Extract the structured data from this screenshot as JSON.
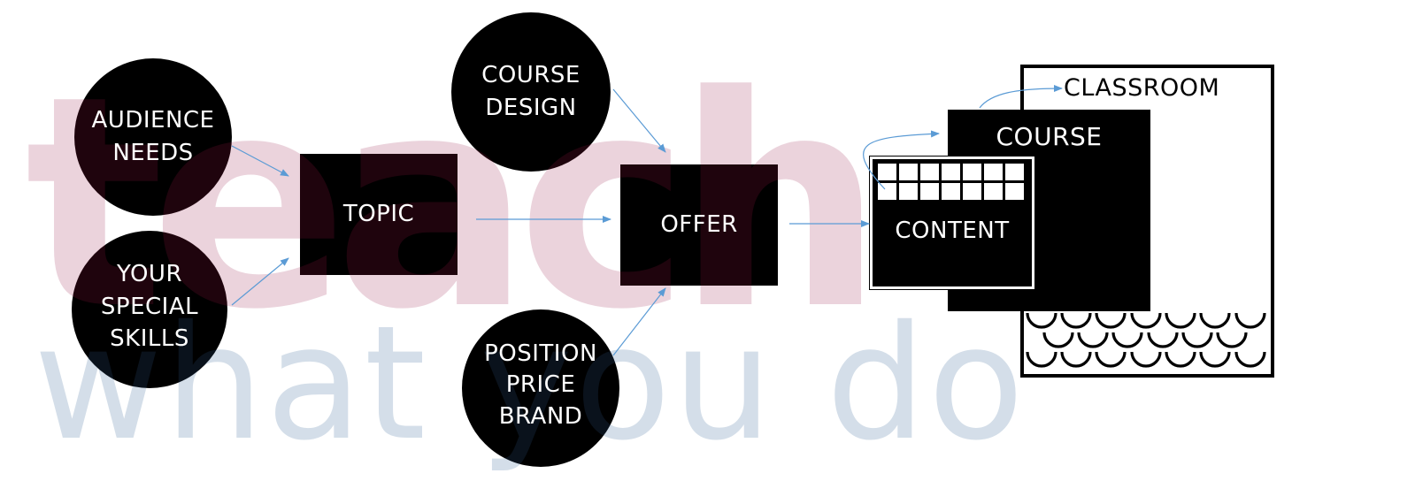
{
  "watermark": {
    "line1": "teach",
    "line2": "what you do",
    "colors": {
      "line1": "#e8d2da",
      "line2": "#d2dce6"
    }
  },
  "nodes": {
    "audience_needs": {
      "lines": [
        "AUDIENCE",
        "NEEDS"
      ],
      "shape": "circle"
    },
    "special_skills": {
      "lines": [
        "YOUR",
        "SPECIAL",
        "SKILLS"
      ],
      "shape": "circle"
    },
    "topic": {
      "label": "TOPIC",
      "shape": "rectangle"
    },
    "course_design": {
      "lines": [
        "COURSE",
        "DESIGN"
      ],
      "shape": "circle"
    },
    "offer": {
      "label": "OFFER",
      "shape": "rectangle"
    },
    "position_price_brand": {
      "lines": [
        "POSITION",
        "PRICE",
        "BRAND"
      ],
      "shape": "circle"
    },
    "content": {
      "label": "CONTENT",
      "grid": {
        "columns": 7,
        "rows": 2
      }
    },
    "course": {
      "label": "COURSE"
    },
    "classroom": {
      "label": "CLASSROOM",
      "seat_rows": [
        7,
        6,
        7
      ]
    }
  },
  "edges": [
    {
      "from": "audience_needs",
      "to": "topic"
    },
    {
      "from": "special_skills",
      "to": "topic"
    },
    {
      "from": "topic",
      "to": "offer"
    },
    {
      "from": "course_design",
      "to": "offer"
    },
    {
      "from": "position_price_brand",
      "to": "offer"
    },
    {
      "from": "offer",
      "to": "content"
    },
    {
      "from": "content",
      "to": "course"
    },
    {
      "from": "course",
      "to": "classroom"
    }
  ],
  "colors": {
    "shape_fill": "#000000",
    "text": "#ffffff",
    "arrow": "#5b9bd5",
    "background": "#ffffff"
  }
}
